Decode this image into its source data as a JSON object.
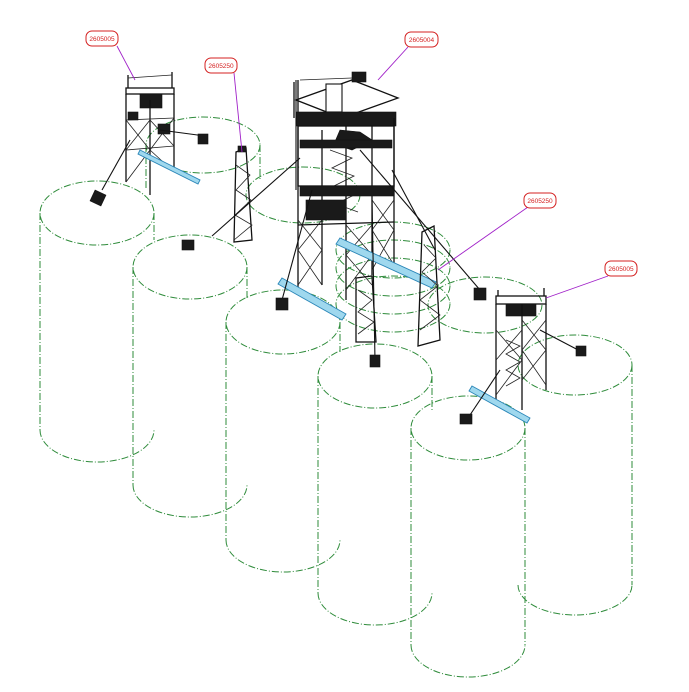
{
  "tags": [
    {
      "id": "tag-1",
      "text": "2605005"
    },
    {
      "id": "tag-2",
      "text": "2605250"
    },
    {
      "id": "tag-3",
      "text": "2605004"
    },
    {
      "id": "tag-4",
      "text": "2605250"
    },
    {
      "id": "tag-5",
      "text": "2605005"
    }
  ],
  "colors": {
    "silo_outline": "#2e8b3a",
    "steel": "#111111",
    "beam": "#9fd8ee",
    "tag": "#d42020",
    "leader": "#a020c8"
  }
}
